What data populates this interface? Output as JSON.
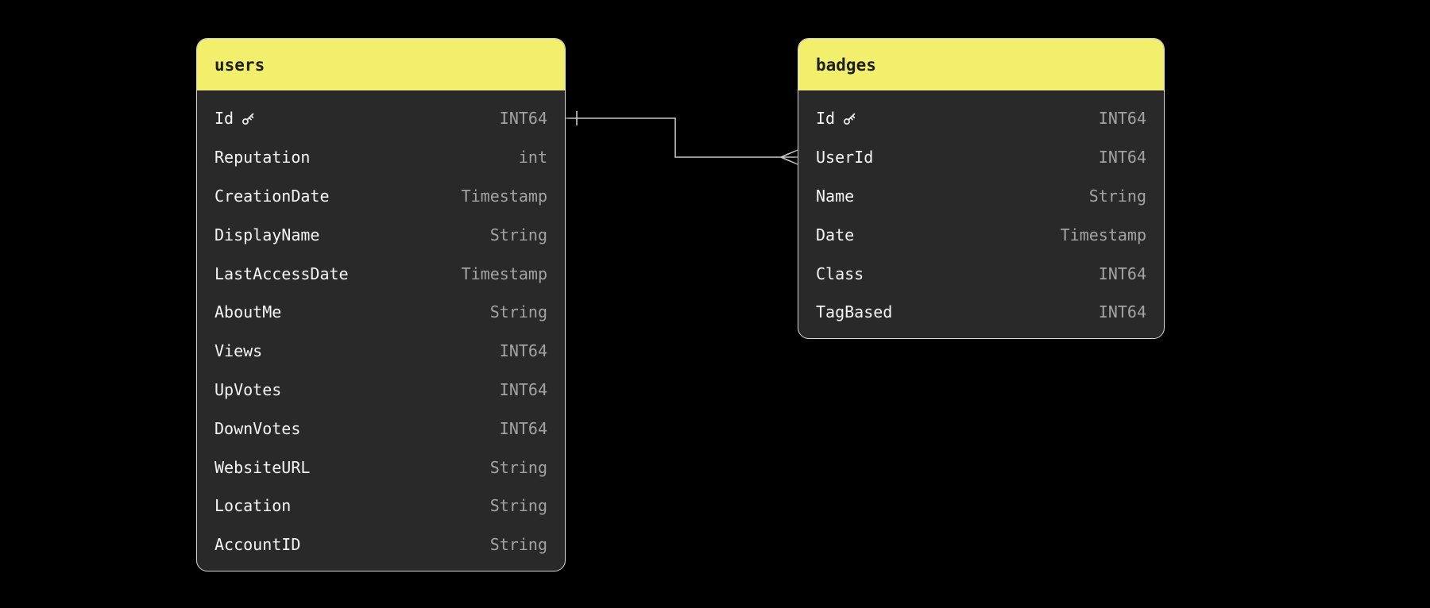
{
  "diagram": {
    "tables": [
      {
        "name": "users",
        "fields": [
          {
            "name": "Id",
            "type": "INT64",
            "primary_key": true
          },
          {
            "name": "Reputation",
            "type": "int",
            "primary_key": false
          },
          {
            "name": "CreationDate",
            "type": "Timestamp",
            "primary_key": false
          },
          {
            "name": "DisplayName",
            "type": "String",
            "primary_key": false
          },
          {
            "name": "LastAccessDate",
            "type": "Timestamp",
            "primary_key": false
          },
          {
            "name": "AboutMe",
            "type": "String",
            "primary_key": false
          },
          {
            "name": "Views",
            "type": "INT64",
            "primary_key": false
          },
          {
            "name": "UpVotes",
            "type": "INT64",
            "primary_key": false
          },
          {
            "name": "DownVotes",
            "type": "INT64",
            "primary_key": false
          },
          {
            "name": "WebsiteURL",
            "type": "String",
            "primary_key": false
          },
          {
            "name": "Location",
            "type": "String",
            "primary_key": false
          },
          {
            "name": "AccountID",
            "type": "String",
            "primary_key": false
          }
        ]
      },
      {
        "name": "badges",
        "fields": [
          {
            "name": "Id",
            "type": "INT64",
            "primary_key": true
          },
          {
            "name": "UserId",
            "type": "INT64",
            "primary_key": false
          },
          {
            "name": "Name",
            "type": "String",
            "primary_key": false
          },
          {
            "name": "Date",
            "type": "Timestamp",
            "primary_key": false
          },
          {
            "name": "Class",
            "type": "INT64",
            "primary_key": false
          },
          {
            "name": "TagBased",
            "type": "INT64",
            "primary_key": false
          }
        ]
      }
    ],
    "relationship": {
      "from_table": "users",
      "from_field": "Id",
      "to_table": "badges",
      "to_field": "UserId",
      "from_cardinality": "one",
      "to_cardinality": "many"
    },
    "colors": {
      "background": "#000000",
      "table_header": "#f1ef6c",
      "table_header_text": "#1f1f1f",
      "table_body": "#292929",
      "table_border": "#d6d6d6",
      "field_name_text": "#f5f5f5",
      "field_type_text": "#a3a3a3",
      "connector": "#c9c9c9",
      "key_icon": "#e8e8e8"
    }
  }
}
